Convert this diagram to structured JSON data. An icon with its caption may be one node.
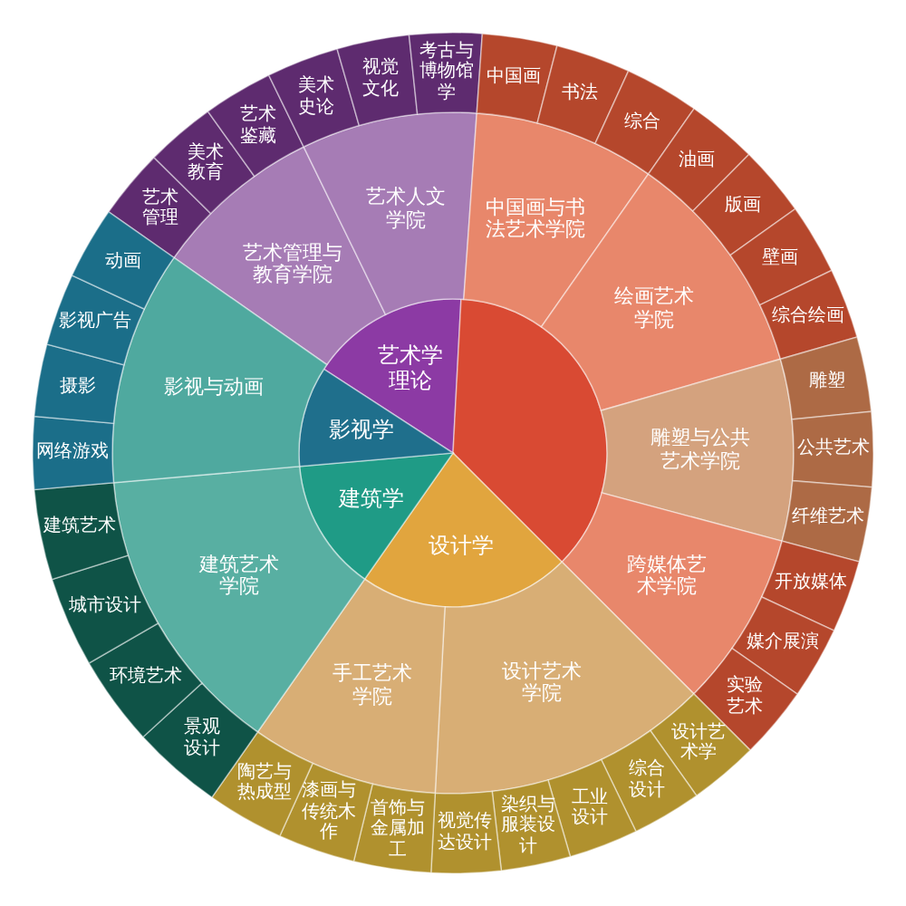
{
  "diagram": {
    "nodes": [
      {
        "text": [
          "艺术学理论"
        ]
      },
      {
        "text": [],
        "shape": "wedge"
      },
      {
        "text": [
          "设计学"
        ]
      },
      {
        "text": [
          "建筑学"
        ]
      },
      {
        "text": [
          "影视学"
        ]
      },
      {
        "text": [
          "艺术管理与教育学院"
        ]
      },
      {
        "text": [
          "艺术人文学院"
        ]
      },
      {
        "text": [
          "中国画与书法艺术学院"
        ]
      },
      {
        "text": [
          "绘画艺术学院"
        ]
      },
      {
        "text": [
          "雕塑与公共艺术学院"
        ]
      },
      {
        "text": [
          "跨媒体艺术学院"
        ]
      },
      {
        "text": [
          "设计艺术学院"
        ]
      },
      {
        "text": [
          "手工艺术学院"
        ]
      },
      {
        "text": [
          "建筑艺术学院"
        ]
      },
      {
        "text": [
          "影视与动画"
        ]
      },
      {
        "text": [
          "艺术管理"
        ]
      },
      {
        "text": [
          "美术教育"
        ]
      },
      {
        "text": [
          "艺术鉴藏"
        ]
      },
      {
        "text": [
          "美术史论"
        ]
      },
      {
        "text": [
          "视觉文化"
        ]
      },
      {
        "text": [
          "考古与博物馆学"
        ]
      },
      {
        "text": [
          "中国画"
        ]
      },
      {
        "text": [
          "书法"
        ]
      },
      {
        "text": [
          "综合"
        ]
      },
      {
        "text": [
          "油画"
        ]
      },
      {
        "text": [
          "版画"
        ]
      },
      {
        "text": [
          "壁画"
        ]
      },
      {
        "text": [
          "综合绘画"
        ]
      },
      {
        "text": [
          "雕塑"
        ]
      },
      {
        "text": [
          "公共艺术"
        ]
      },
      {
        "text": [
          "纤维艺术"
        ]
      },
      {
        "text": [
          "开放媒体"
        ]
      },
      {
        "text": [
          "媒介展演"
        ]
      },
      {
        "text": [
          "实验艺术"
        ]
      },
      {
        "text": [
          "设计艺术学"
        ]
      },
      {
        "text": [
          "综合设计"
        ]
      },
      {
        "text": [
          "工业设计"
        ]
      },
      {
        "text": [
          "染织与服装设计"
        ]
      },
      {
        "text": [
          "视觉传达设计"
        ]
      },
      {
        "text": [
          "首饰与金属加工"
        ]
      },
      {
        "text": [
          "漆画与传统木作"
        ]
      },
      {
        "text": [
          "陶艺与热成型"
        ]
      },
      {
        "text": [
          "景观设计"
        ]
      },
      {
        "text": [
          "环境艺术"
        ]
      },
      {
        "text": [
          "城市设计"
        ]
      },
      {
        "text": [
          "建筑艺术"
        ]
      },
      {
        "text": [
          "网络游戏"
        ]
      },
      {
        "text": [
          "摄影"
        ]
      },
      {
        "text": [
          "影视广告"
        ]
      },
      {
        "text": [
          "动画"
        ]
      }
    ]
  }
}
